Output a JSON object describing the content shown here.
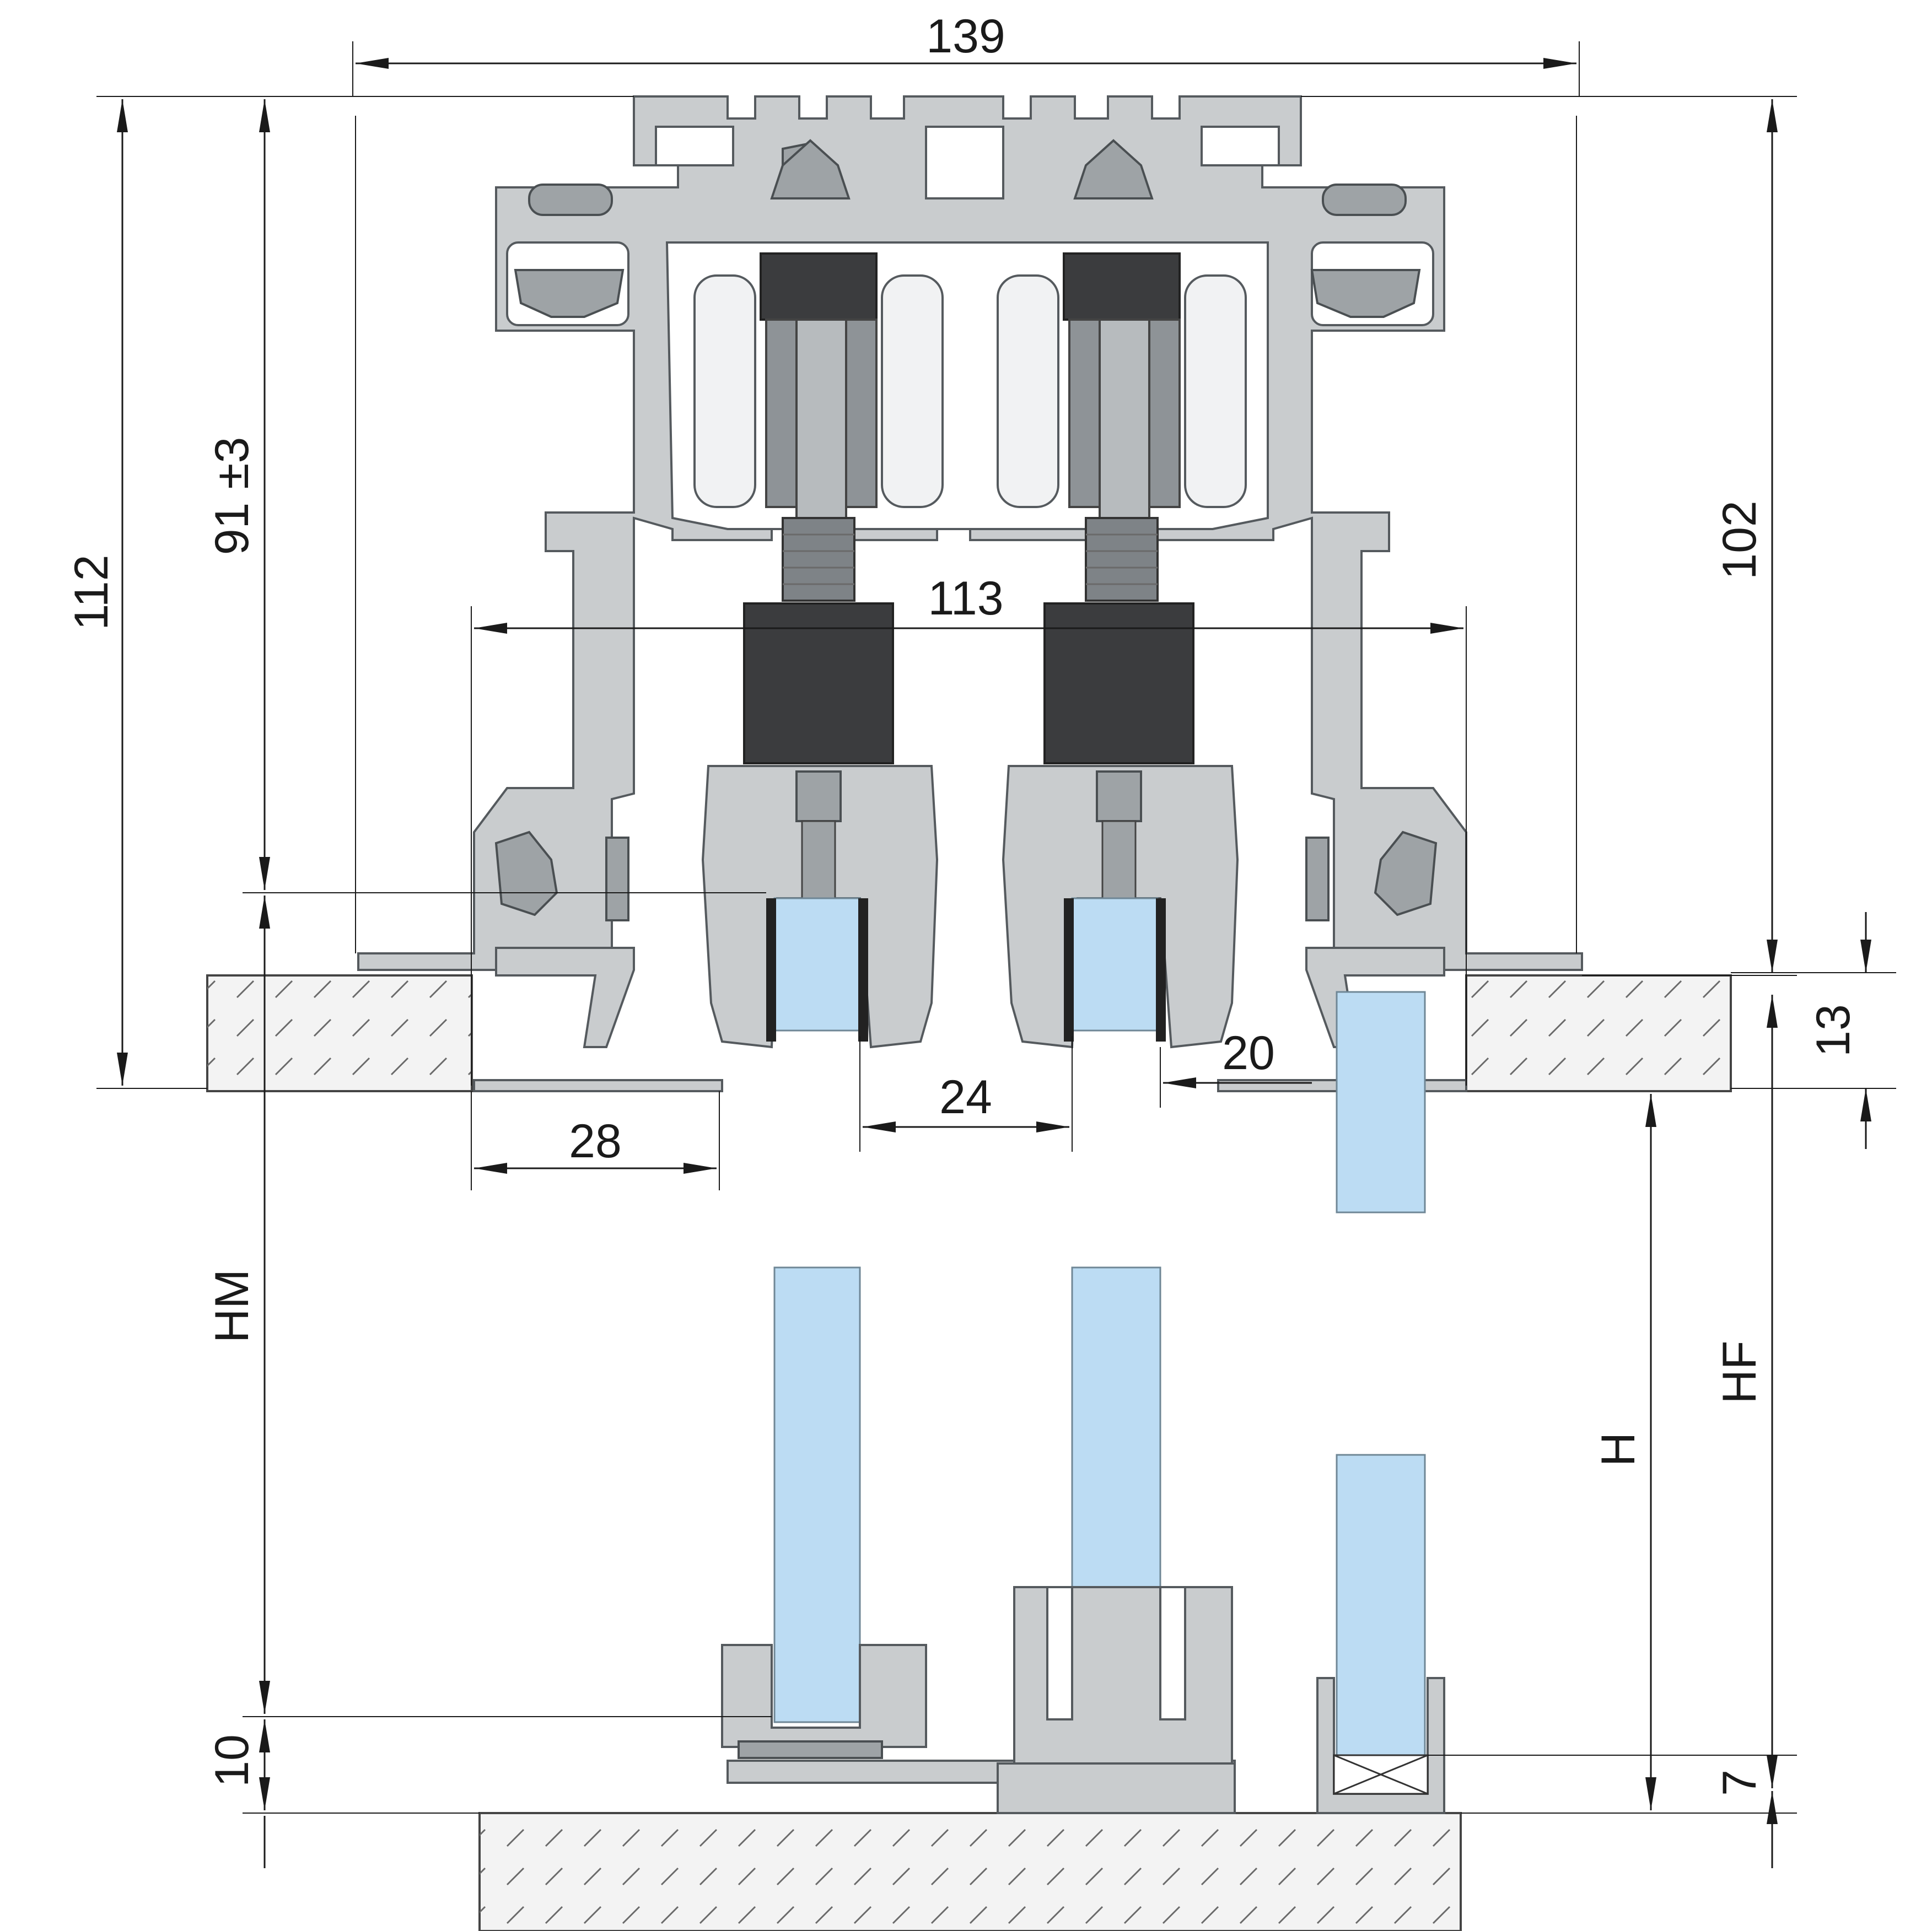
{
  "dimensions": {
    "overall_width": "139",
    "track_height_total": "112",
    "track_adjust": "91 ±3",
    "right_height": "102",
    "inner_width": "113",
    "ceiling_thickness": "13",
    "side_gap": "20",
    "panel_spacing": "24",
    "profile_offset": "28",
    "hm_label": "HM",
    "hf_label": "HF",
    "h_label": "H",
    "bottom_guide_height": "10",
    "floor_gap": "7"
  },
  "colors": {
    "aluminium": "#c9ccce",
    "aluminium_dark": "#9ea3a6",
    "rubber_block": "#3b3c3e",
    "glass": "#bcdcf3",
    "wheel": "#f1f2f3"
  }
}
